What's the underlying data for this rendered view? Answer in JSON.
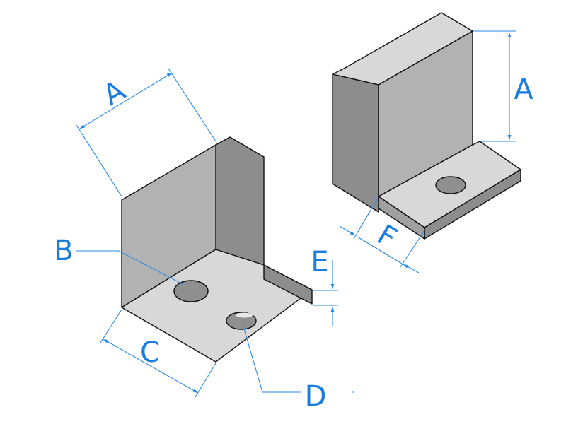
{
  "diagram": {
    "labels": {
      "left_width": "A",
      "right_height": "A",
      "hole_upper": "B",
      "base_length": "C",
      "hole_lower": "D",
      "thickness": "E",
      "base_depth": "F"
    },
    "colors": {
      "dimension": "#1a7ee0",
      "face_light": "#d8d8d8",
      "face_mid": "#b2b2b2",
      "face_dark": "#8d8d8d",
      "edge": "#111111"
    }
  }
}
